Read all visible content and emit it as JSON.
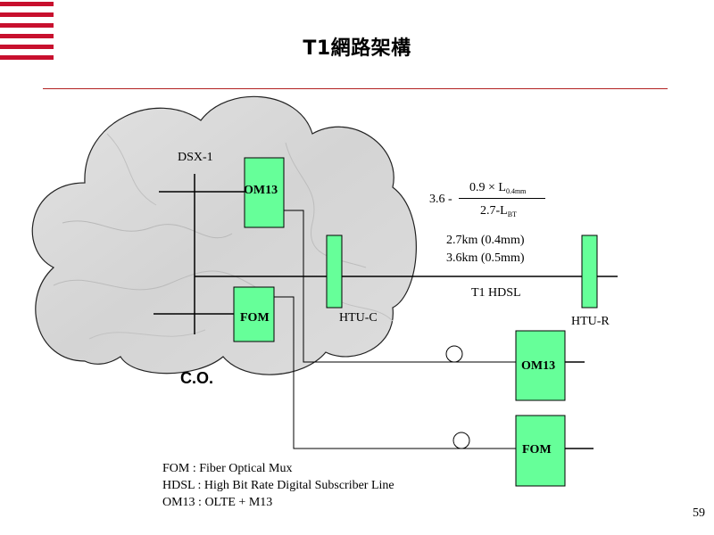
{
  "slide": {
    "title": "T1網路架構",
    "page_number": "59",
    "accent_color": "#c8102e",
    "box_color": "#66ff99"
  },
  "cloud": {
    "label": "C.O."
  },
  "nodes": {
    "dsx1": "DSX-1",
    "om13_co": "OM13",
    "fom_co": "FOM",
    "htu_c": "HTU-C",
    "htu_r": "HTU-R",
    "om13_remote": "OM13",
    "fom_remote": "FOM"
  },
  "formula": {
    "prefix": "3.6 -",
    "numerator_main": "0.9 × L",
    "numerator_sub": "0.4mm",
    "denominator_main": "2.7-L",
    "denominator_sub": "BT"
  },
  "distances": [
    "2.7km (0.4mm)",
    "3.6km (0.5mm)"
  ],
  "link_label": "T1 HDSL",
  "legend": [
    "FOM : Fiber Optical Mux",
    "HDSL : High Bit Rate Digital Subscriber Line",
    "OM13 : OLTE + M13"
  ]
}
